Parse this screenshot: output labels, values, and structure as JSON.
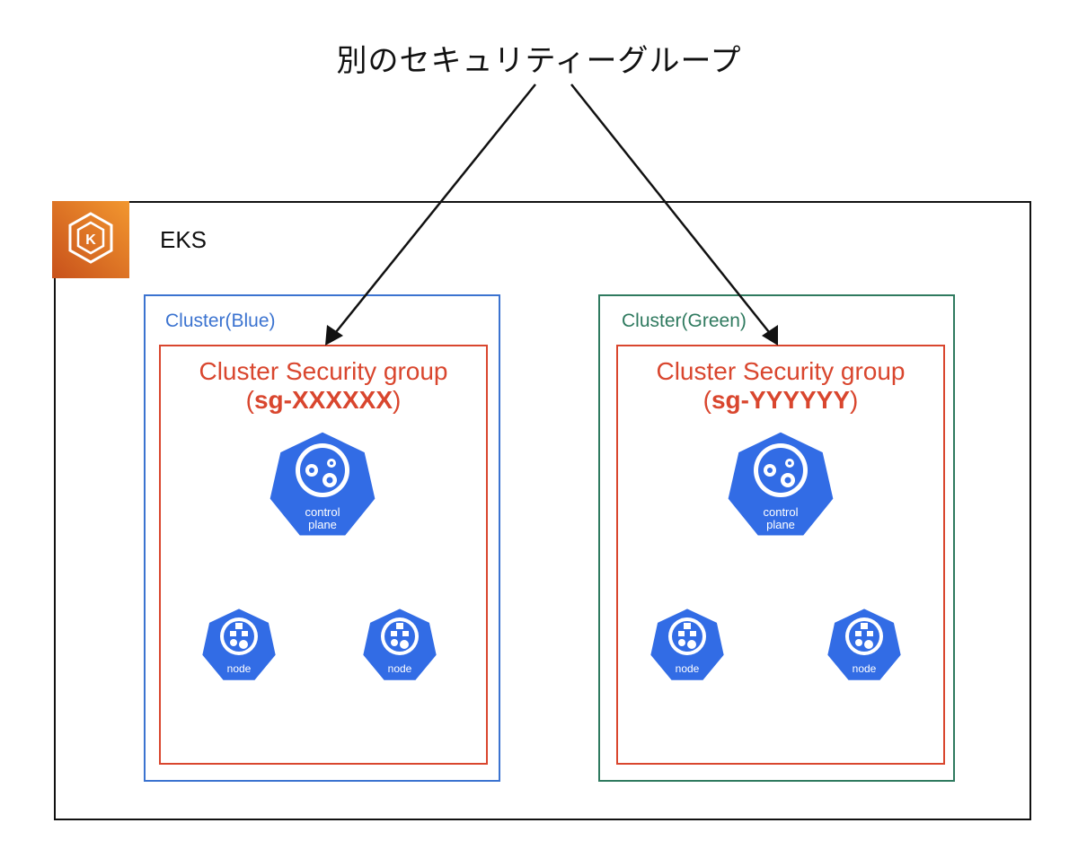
{
  "heading": "別のセキュリティーグループ",
  "eks": {
    "label": "EKS",
    "icon": "eks-icon",
    "icon_color": "#e7731f"
  },
  "clusters": [
    {
      "label": "Cluster(Blue)",
      "color": "#3b73d0",
      "security_group": {
        "title": "Cluster Security group",
        "paren_open": "(",
        "id": "sg-XXXXXX",
        "paren_close": ")"
      },
      "control_plane": {
        "line1": "control",
        "line2": "plane",
        "icon": "control-plane-icon"
      },
      "nodes": [
        {
          "label": "node",
          "icon": "node-icon"
        },
        {
          "label": "node",
          "icon": "node-icon"
        }
      ]
    },
    {
      "label": "Cluster(Green)",
      "color": "#2f7a5f",
      "security_group": {
        "title": "Cluster Security group",
        "paren_open": "(",
        "id": "sg-YYYYYY",
        "paren_close": ")"
      },
      "control_plane": {
        "line1": "control",
        "line2": "plane",
        "icon": "control-plane-icon"
      },
      "nodes": [
        {
          "label": "node",
          "icon": "node-icon"
        },
        {
          "label": "node",
          "icon": "node-icon"
        }
      ]
    }
  ],
  "colors": {
    "security_group": "#d9462e",
    "k8s_blue": "#326ce5",
    "line": "#111111"
  }
}
